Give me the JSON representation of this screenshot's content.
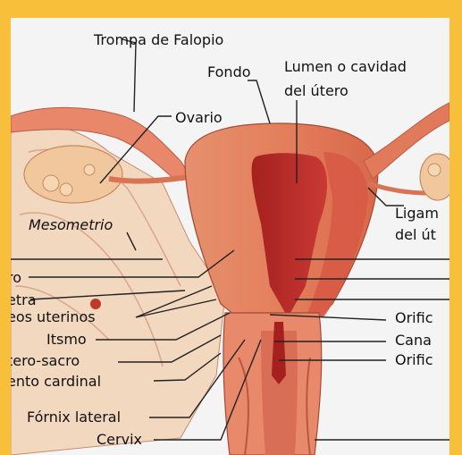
{
  "labels": {
    "trompa": "Trompa de Falopio",
    "fondo": "Fondo",
    "lumen_1": "Lumen o cavidad",
    "lumen_2": "del útero",
    "ovario": "Ovario",
    "ligamento_1": "Ligam",
    "ligamento_2": "del út",
    "mesometrio": "Mesometrio",
    "cuerpo": "ro",
    "miometrio": "etra",
    "vasos": "eos uterinos",
    "itsmo": "Itsmo",
    "utero_sacro": "tero-sacro",
    "cardinal": "ento cardinal",
    "fornix": "Fórnix lateral",
    "cervix": "Cervix",
    "orificio_interno": "Orific",
    "canal": "Cana",
    "orificio_externo": "Orific"
  },
  "colors": {
    "frame": "#f7bf3a",
    "background": "#f4f4f4",
    "uterus": "#e07a5a",
    "cavity": "#b3282a",
    "tissue": "#f2d8bf",
    "leader": "#222222"
  }
}
